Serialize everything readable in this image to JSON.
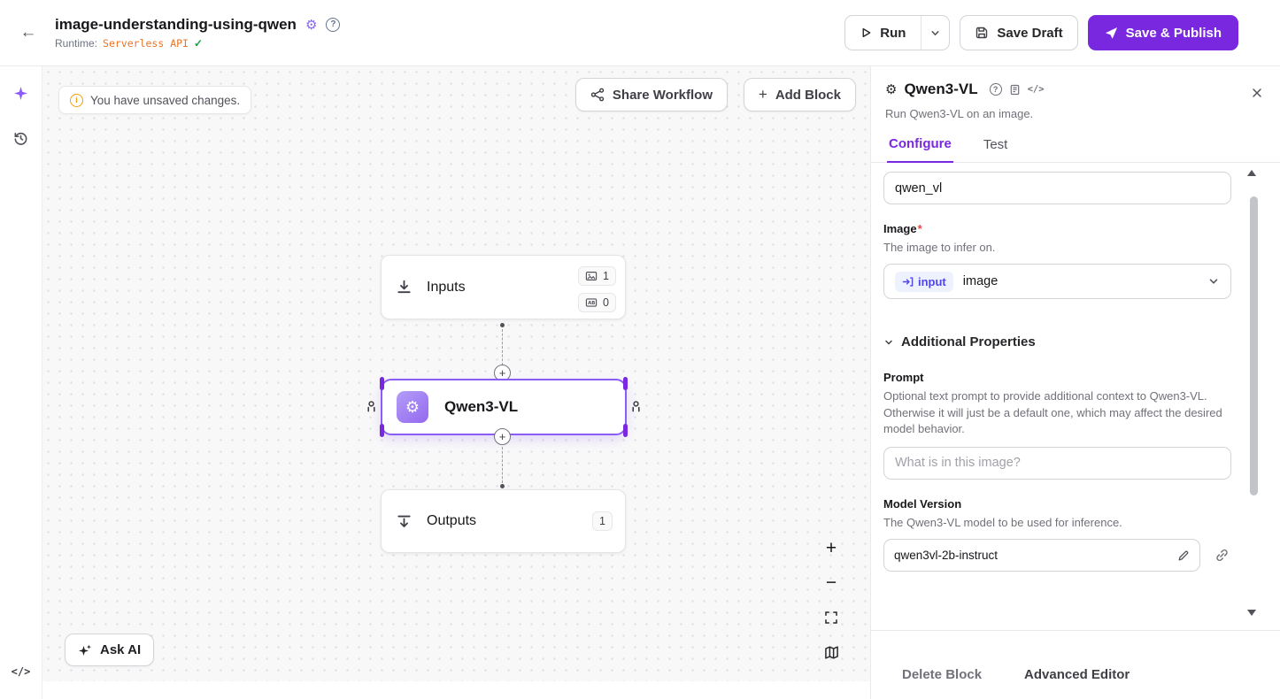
{
  "icons": {
    "back": "←",
    "gear": "⚙",
    "question": "?",
    "info": "i",
    "check": "✓",
    "code": "</>"
  },
  "header": {
    "title": "image-understanding-using-qwen",
    "runtime_label": "Runtime:",
    "runtime_value": "Serverless API",
    "run": "Run",
    "save_draft": "Save Draft",
    "save_publish": "Save & Publish"
  },
  "canvas": {
    "unsaved": "You have unsaved changes.",
    "share": "Share Workflow",
    "add_block_plus": "+",
    "add_block": "Add Block",
    "edge_plus": "+",
    "zoom_in": "+",
    "zoom_out": "−",
    "ask_ai": "Ask AI"
  },
  "nodes": {
    "inputs": {
      "label": "Inputs",
      "images_count": "1",
      "params_count": "0"
    },
    "qwen": {
      "label": "Qwen3-VL"
    },
    "outputs": {
      "label": "Outputs",
      "count": "1"
    }
  },
  "panel": {
    "title": "Qwen3-VL",
    "subtitle": "Run Qwen3-VL on an image.",
    "tabs": [
      {
        "label": "Configure"
      },
      {
        "label": "Test"
      }
    ],
    "name_value": "qwen_vl",
    "image": {
      "label": "Image",
      "required_mark": "*",
      "help": "The image to infer on.",
      "source_badge": "input",
      "value": "image"
    },
    "additional_properties_label": "Additional Properties",
    "prompt": {
      "label": "Prompt",
      "help": "Optional text prompt to provide additional context to Qwen3-VL. Otherwise it will just be a default one, which may affect the desired model behavior.",
      "placeholder": "What is in this image?"
    },
    "model_version": {
      "label": "Model Version",
      "help": "The Qwen3-VL model to be used for inference.",
      "value": "qwen3vl-2b-instruct"
    },
    "footer": {
      "delete": "Delete Block",
      "advanced": "Advanced Editor"
    }
  },
  "colors": {
    "accent_purple": "#7a28e0",
    "node_border": "#8b5cf6",
    "runtime_orange": "#ea7324",
    "warning_amber": "#f59e0b",
    "canvas_bg": "#f8f8f9"
  }
}
